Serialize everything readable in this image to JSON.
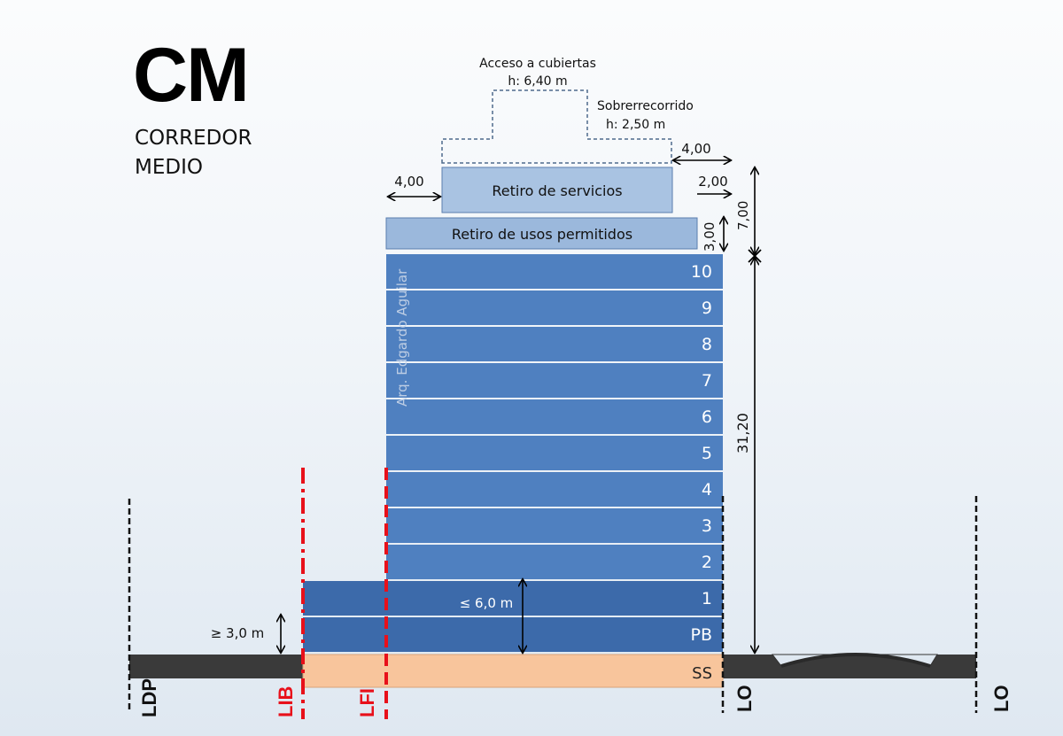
{
  "title": "CM",
  "subtitle_line1": "CORREDOR",
  "subtitle_line2": "MEDIO",
  "roof_access_label": "Acceso a cubiertas",
  "roof_access_height": "h: 6,40 m",
  "overrun_label": "Sobrerrecorrido",
  "overrun_height": "h: 2,50 m",
  "service_setback_label": "Retiro de servicios",
  "permitted_uses_label": "Retiro de usos permitidos",
  "floors": [
    "10",
    "9",
    "8",
    "7",
    "6",
    "5",
    "4",
    "3",
    "2",
    "1",
    "PB"
  ],
  "basement_label": "SS",
  "author_credit": "Arq. Edgardo Aguilar",
  "dimensions": {
    "left_setback": "4,00",
    "right_setback_top": "4,00",
    "right_setback_service": "2,00",
    "permitted_height": "3,00",
    "setback_total_height": "7,00",
    "building_height": "31,20",
    "podium_height": "≤ 6,0 m",
    "front_height": "≥ 3,0 m"
  },
  "lines": {
    "ldp": "LDP",
    "lib": "LIB",
    "lfi": "LFI",
    "lo_left": "LO",
    "lo_right": "LO"
  },
  "colors": {
    "floor_blue": "#4f80c0",
    "podium_blue": "#3c6aaa",
    "light_blue": "#9bb8dc",
    "service_blue": "#a9c3e2",
    "basement_orange": "#f8c59c",
    "ground_gray": "#3a3a3a",
    "red_line": "#e8101a"
  }
}
